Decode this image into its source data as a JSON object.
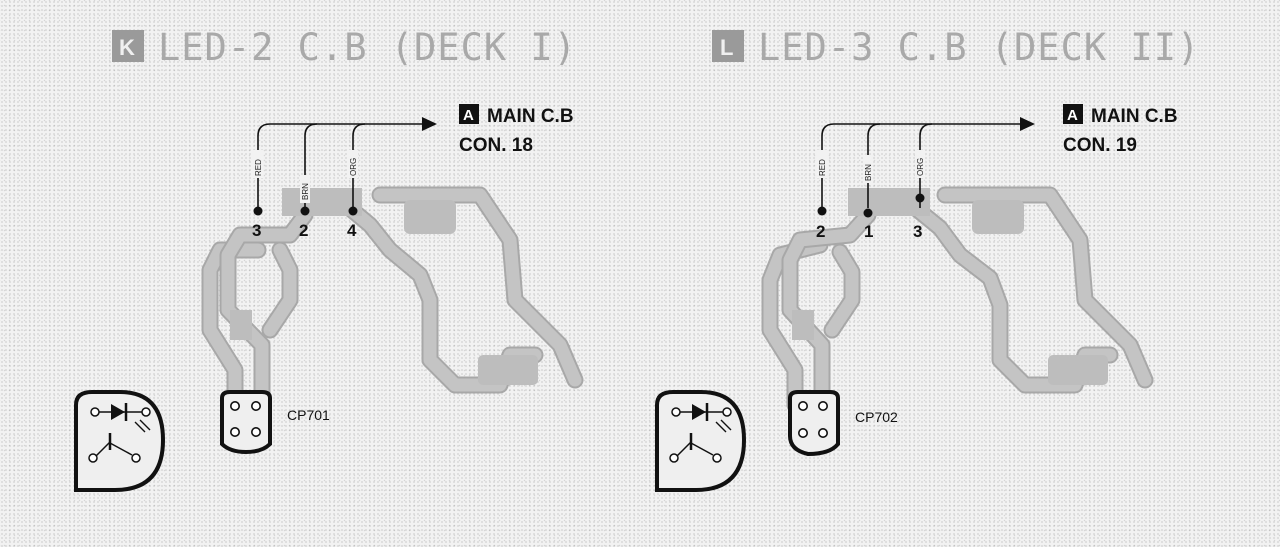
{
  "boards": [
    {
      "badge": "K",
      "title": "LED-2  C.B (DECK I)",
      "dest_badge": "A",
      "dest_line1": "MAIN  C.B",
      "dest_line2": "CON. 18",
      "wires": [
        {
          "label": "RED",
          "pin": "3"
        },
        {
          "label": "BRN",
          "pin": "2"
        },
        {
          "label": "ORG",
          "pin": "4"
        }
      ],
      "connector": "CP701"
    },
    {
      "badge": "L",
      "title": "LED-3  C.B (DECK II)",
      "dest_badge": "A",
      "dest_line1": "MAIN  C.B",
      "dest_line2": "CON. 19",
      "wires": [
        {
          "label": "RED",
          "pin": "2"
        },
        {
          "label": "BRN",
          "pin": "1"
        },
        {
          "label": "ORG",
          "pin": "3"
        }
      ],
      "connector": "CP702"
    }
  ]
}
